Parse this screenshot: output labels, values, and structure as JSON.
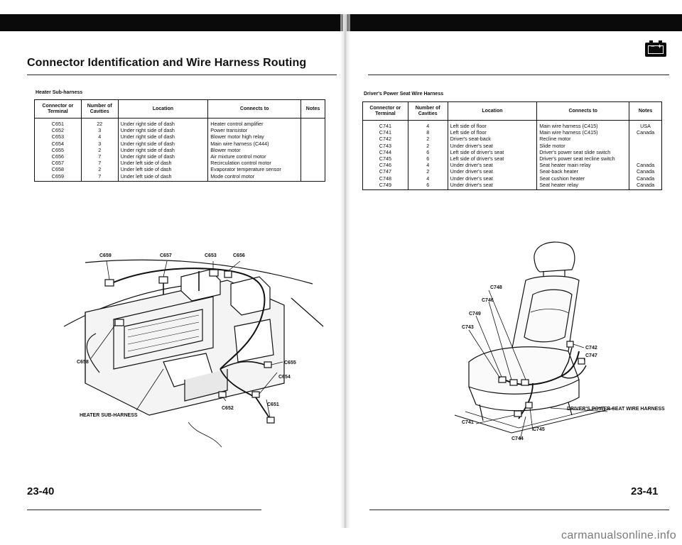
{
  "left_page": {
    "title": "Connector Identification and Wire Harness Routing",
    "section": "Heater Sub-harness",
    "columns": [
      "Connector or Terminal",
      "Number of Cavities",
      "Location",
      "Connects to",
      "Notes"
    ],
    "rows": [
      [
        "C651",
        "22",
        "Under right side of dash",
        "Heater control amplifier",
        ""
      ],
      [
        "C652",
        "3",
        "Under right side of dash",
        "Power transistor",
        ""
      ],
      [
        "C653",
        "4",
        "Under right side of dash",
        "Blower motor high relay",
        ""
      ],
      [
        "C654",
        "3",
        "Under right side of dash",
        "Main wire harness (C444)",
        ""
      ],
      [
        "C655",
        "2",
        "Under right side of dash",
        "Blower motor",
        ""
      ],
      [
        "C656",
        "7",
        "Under right side of dash",
        "Air mixture control motor",
        ""
      ],
      [
        "C657",
        "7",
        "Under left side of dash",
        "Recirculation control motor",
        ""
      ],
      [
        "C658",
        "2",
        "Under left side of dash",
        "Evaporator temperature sensor",
        ""
      ],
      [
        "C659",
        "7",
        "Under left side of dash",
        "Mode control motor",
        ""
      ]
    ],
    "callouts": [
      "C659",
      "C657",
      "C653",
      "C656",
      "C658",
      "C655",
      "C654",
      "C652",
      "C651",
      "HEATER SUB-HARNESS"
    ],
    "page_number": "23-40"
  },
  "right_page": {
    "section": "Driver's Power Seat Wire Harness",
    "columns": [
      "Connector or Terminal",
      "Number of Cavities",
      "Location",
      "Connects to",
      "Notes"
    ],
    "rows": [
      [
        "C741",
        "4",
        "Left side of floor",
        "Main wire harness (C415)",
        "USA"
      ],
      [
        "C741",
        "8",
        "Left side of floor",
        "Main wire harness (C415)",
        "Canada"
      ],
      [
        "C742",
        "2",
        "Driver's seat-back",
        "Recline motor",
        ""
      ],
      [
        "C743",
        "2",
        "Under driver's seat",
        "Slide motor",
        ""
      ],
      [
        "C744",
        "6",
        "Left side of driver's seat",
        "Driver's power seat slide switch",
        ""
      ],
      [
        "C745",
        "6",
        "Left side of driver's seat",
        "Driver's power seat recline switch",
        ""
      ],
      [
        "C746",
        "4",
        "Under driver's seat",
        "Seat heater main relay",
        "Canada"
      ],
      [
        "C747",
        "2",
        "Under driver's seat",
        "Seat-back heater",
        "Canada"
      ],
      [
        "C748",
        "4",
        "Under driver's seat",
        "Seat cushion heater",
        "Canada"
      ],
      [
        "C749",
        "6",
        "Under driver's seat",
        "Seat heater relay",
        "Canada"
      ]
    ],
    "callouts": [
      "C748",
      "C746",
      "C749",
      "C743",
      "C742",
      "C747",
      "DRIVER'S POWER SEAT WIRE HARNESS",
      "C741",
      "C745",
      "C744"
    ],
    "page_number": "23-41"
  },
  "watermark": "carmanualsonline.info",
  "colors": {
    "ink": "#111111",
    "paper": "#ffffff",
    "watermark": "#7a7a7a"
  },
  "icons": [
    "battery-icon"
  ]
}
